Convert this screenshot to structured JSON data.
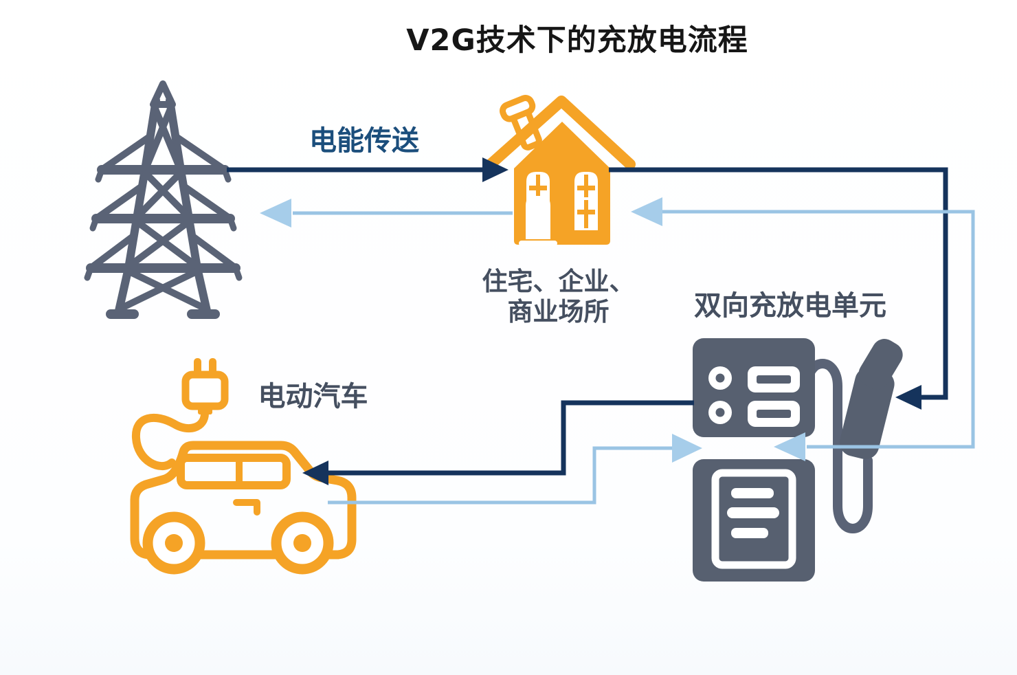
{
  "title": "V2G技术下的充放电流程",
  "labels": {
    "power_transfer": "电能传送",
    "building_line1": "住宅、企业、",
    "building_line2": "商业场所",
    "charger_unit": "双向充放电单元",
    "ev": "电动汽车"
  },
  "icons": {
    "grid": "transmission-tower-icon",
    "building": "house-icon",
    "charger": "charging-station-icon",
    "charger_gun": "charging-gun-icon",
    "ev": "electric-car-icon",
    "ev_plug": "charging-plug-icon"
  },
  "colors": {
    "charge_flow_dark_blue": "#15335c",
    "discharge_flow_light_blue": "#9ac4e4",
    "icon_orange": "#f5a326",
    "icon_slate_gray": "#576070",
    "label_dark": "#454f60",
    "label_blue": "#1b4e7c",
    "title_color": "#161616"
  },
  "flows": [
    {
      "from": "grid",
      "to": "building",
      "label": "电能传送",
      "style": "charge-dark-blue"
    },
    {
      "from": "building",
      "to": "charger",
      "label": "",
      "style": "charge-dark-blue"
    },
    {
      "from": "charger",
      "to": "ev",
      "label": "",
      "style": "charge-dark-blue"
    },
    {
      "from": "ev",
      "to": "charger",
      "label": "",
      "style": "discharge-light-blue"
    },
    {
      "from": "charger",
      "to": "building",
      "label": "",
      "style": "discharge-light-blue"
    },
    {
      "from": "building",
      "to": "grid",
      "label": "",
      "style": "discharge-light-blue"
    }
  ]
}
